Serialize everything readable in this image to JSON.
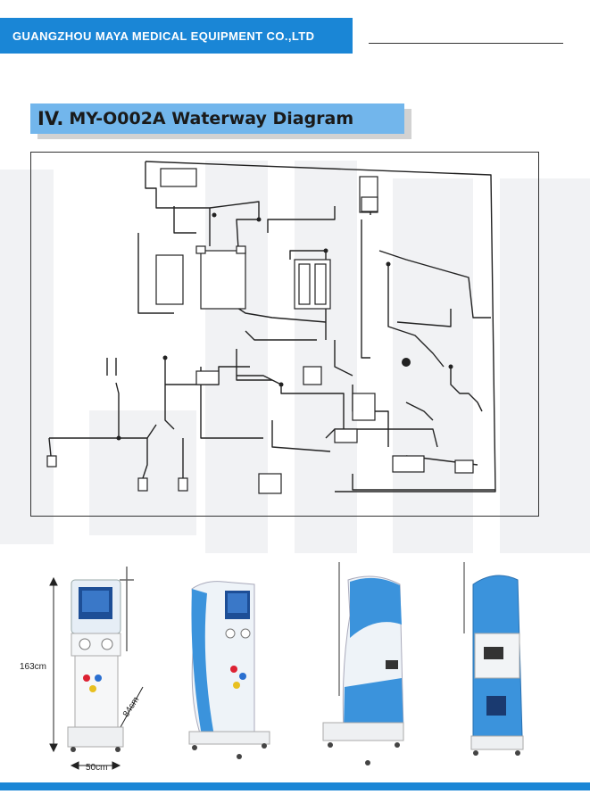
{
  "header": {
    "company_name": "GUANGZHOU MAYA MEDICAL EQUIPMENT CO.,LTD"
  },
  "title": {
    "number": "IV.",
    "text": "MY-O002A Waterway Diagram"
  },
  "dimensions": {
    "height": "163cm",
    "depth": "84cm",
    "width": "50cm"
  },
  "colors": {
    "brand_blue": "#1a86d6",
    "title_bg": "#72b6ec",
    "machine_blue": "#3b93dc"
  }
}
